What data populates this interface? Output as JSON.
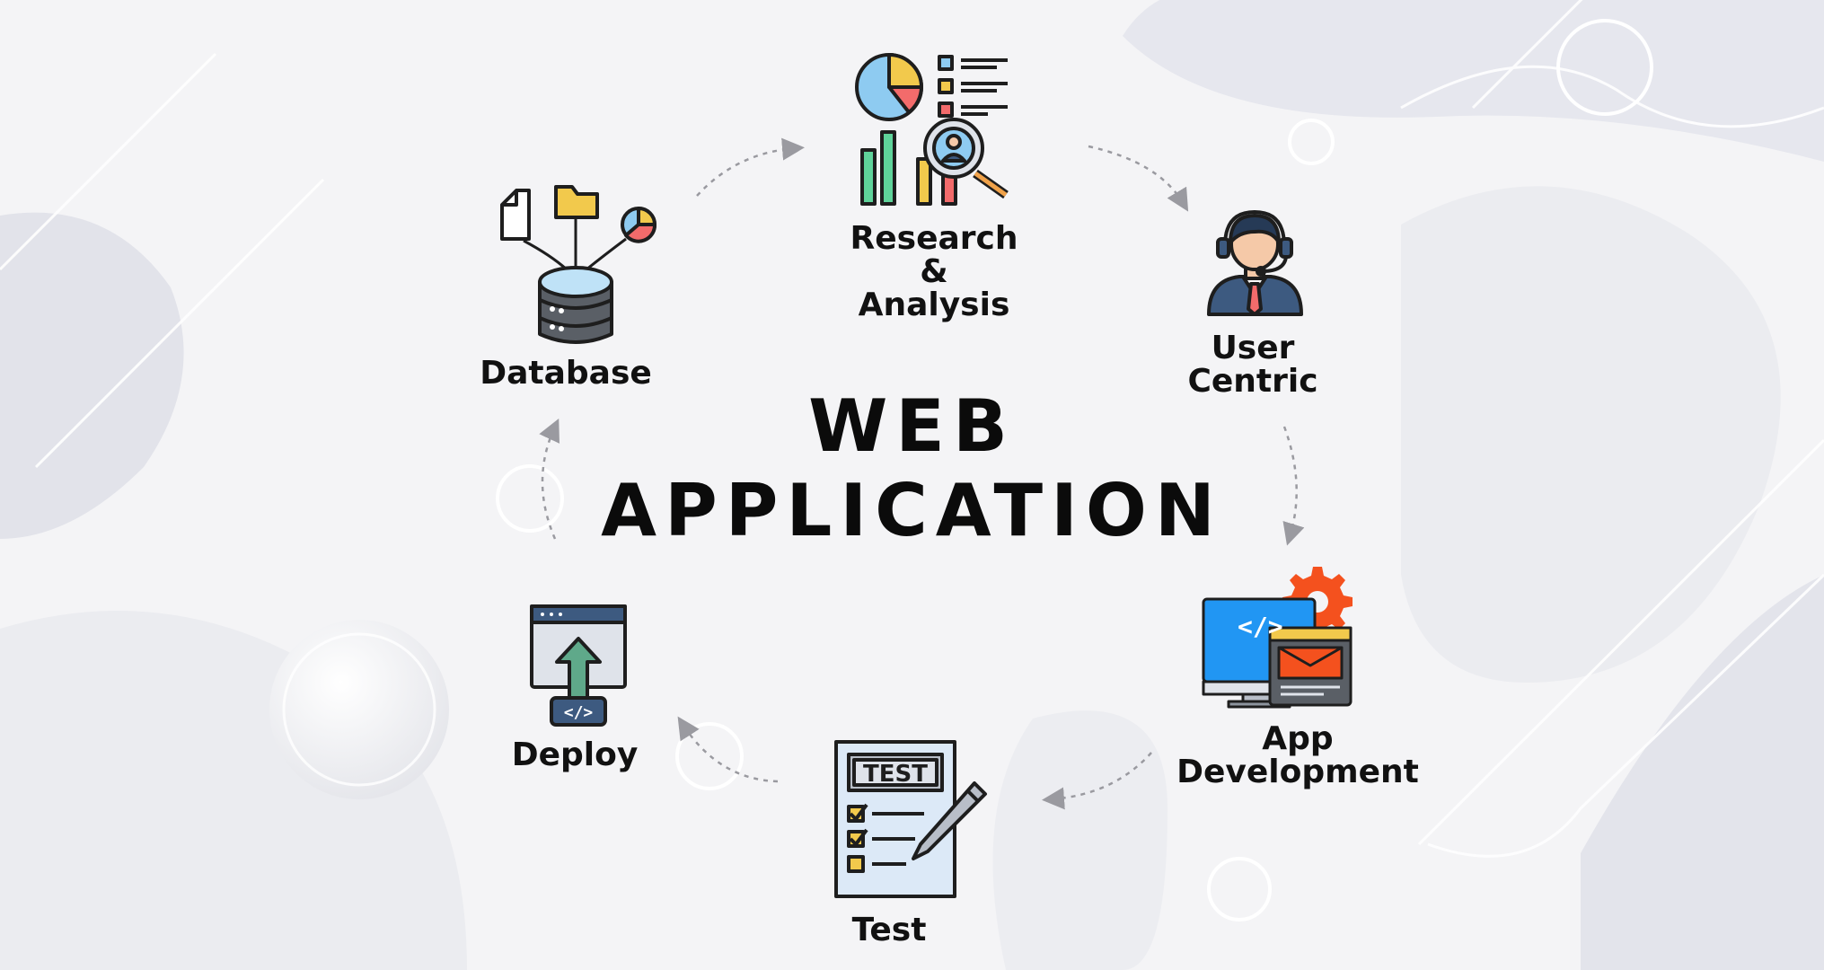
{
  "title": {
    "line1": "WEB",
    "line2": "APPLICATION"
  },
  "steps": [
    {
      "id": "research",
      "lines": [
        "Research &",
        "Analysis"
      ],
      "icon": "research-analysis-icon"
    },
    {
      "id": "user",
      "lines": [
        "User",
        "Centric"
      ],
      "icon": "support-agent-icon"
    },
    {
      "id": "appdev",
      "lines": [
        "App",
        "Development"
      ],
      "icon": "app-development-icon"
    },
    {
      "id": "test",
      "lines": [
        "Test"
      ],
      "icon": "test-sheet-icon"
    },
    {
      "id": "deploy",
      "lines": [
        "Deploy"
      ],
      "icon": "deploy-window-icon"
    },
    {
      "id": "database",
      "lines": [
        "Database"
      ],
      "icon": "database-icon"
    }
  ],
  "icon_text": {
    "test_badge": "TEST",
    "code_tag": "</>"
  },
  "colors": {
    "text": "#0b0b0b",
    "arrow": "#9a9aa0",
    "background": "#f4f4f6"
  }
}
